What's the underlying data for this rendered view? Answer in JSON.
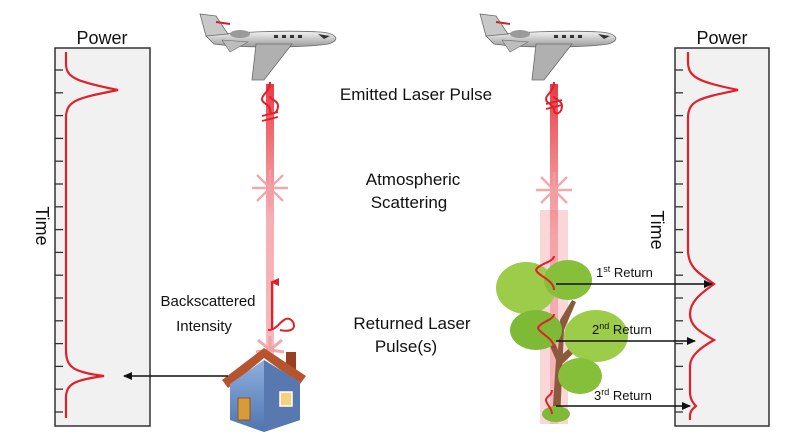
{
  "left_panel": {
    "power_label": "Power",
    "time_label": "Time"
  },
  "right_panel": {
    "power_label": "Power",
    "time_label": "Time"
  },
  "labels": {
    "emitted": "Emitted Laser Pulse",
    "atmospheric_line1": "Atmospheric",
    "atmospheric_line2": "Scattering",
    "backscattered_line1": "Backscattered",
    "backscattered_line2": "Intensity",
    "returned_line1": "Returned Laser",
    "returned_line2": "Pulse(s)"
  },
  "returns": [
    {
      "ordinal": "1",
      "suffix": "st",
      "text": " Return"
    },
    {
      "ordinal": "2",
      "suffix": "nd",
      "text": " Return"
    },
    {
      "ordinal": "3",
      "suffix": "rd",
      "text": " Return"
    }
  ],
  "colors": {
    "waveform": "#e0202a",
    "beam": "#e8303a",
    "beam_glow": "#f4a6aa",
    "panel_fill": "#f1f1f1",
    "panel_border": "#333333",
    "arrow": "#111111",
    "tree_foliage": "#8cc63f",
    "house_wall": "#6a8fc7",
    "house_roof": "#b5542e"
  }
}
